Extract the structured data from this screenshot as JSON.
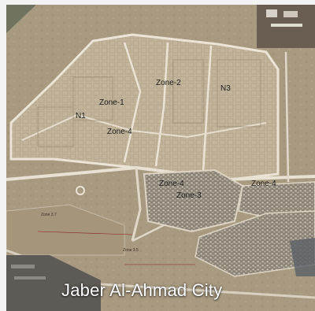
{
  "map": {
    "title": "Jaber Al-Ahmad City",
    "labels": {
      "zone1": "Zone-1",
      "zone2": "Zone-2",
      "zone3": "Zone-3",
      "zone4_west": "Zone-4",
      "zone4_center": "Zone-4",
      "zone4_east": "Zone-4",
      "n1": "N1",
      "n3": "N3",
      "zone37": "Zone 3.7",
      "zone35": "Zone 3.5"
    },
    "colors": {
      "desert": "#a99a80",
      "boundary": "#e6ddd0",
      "city_block": "#c2b49a",
      "housing": "#8c8577",
      "dark_corner": "#5a4f45",
      "title_text": "#ffffff",
      "annotation_line": "#8b1e1e"
    }
  }
}
